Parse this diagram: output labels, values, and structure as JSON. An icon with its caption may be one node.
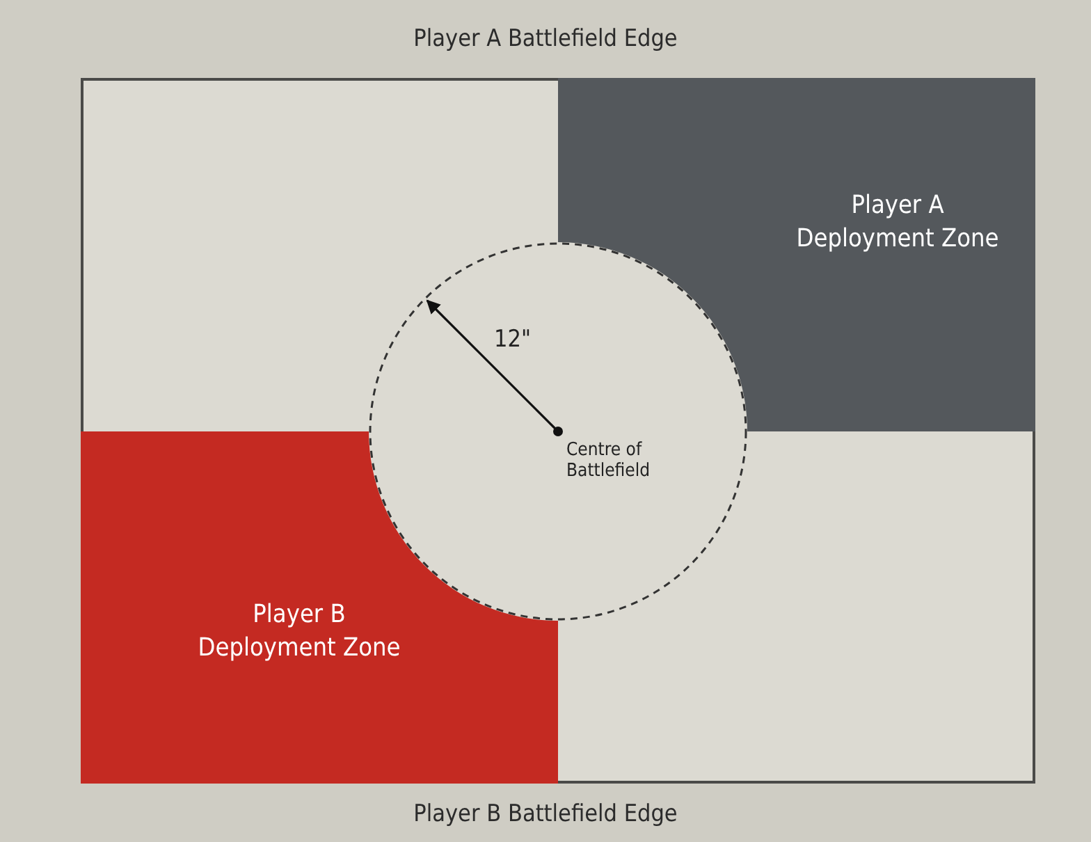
{
  "diagram": {
    "nodes": [
      {
        "text": [
          "Player A Deployment Zone"
        ]
      },
      {
        "text": [
          "Player B Deployment Zone"
        ]
      },
      {
        "text": [
          "12\"",
          "Centre of Battlefield"
        ]
      }
    ],
    "labels": [
      "Player A Battlefield Edge",
      "Player B Battlefield Edge"
    ]
  }
}
